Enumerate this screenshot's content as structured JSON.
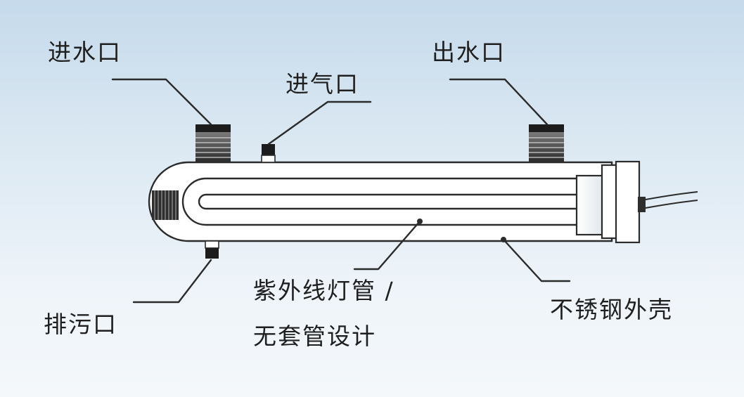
{
  "labels": {
    "water_inlet": "进水口",
    "air_inlet": "进气口",
    "water_outlet": "出水口",
    "drain": "排污口",
    "uv_lamp_line1": "紫外线灯管 /",
    "uv_lamp_line2": "无套管设计",
    "housing": "不锈钢外壳"
  },
  "colors": {
    "outline": "#2b2b2b",
    "background_top": "#c5daeb",
    "background_bottom": "#f4f8fb"
  }
}
